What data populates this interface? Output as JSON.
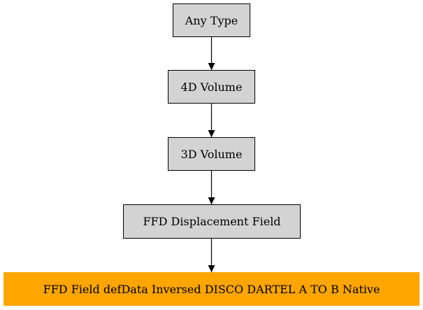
{
  "nodes": [
    {
      "id": "any-type",
      "label": "Any Type"
    },
    {
      "id": "4d-volume",
      "label": "4D Volume"
    },
    {
      "id": "3d-volume",
      "label": "3D Volume"
    },
    {
      "id": "ffd-displacement-field",
      "label": "FFD Displacement Field"
    },
    {
      "id": "ffd-field-defdata",
      "label": "FFD Field defData Inversed DISCO DARTEL A TO B Native"
    }
  ],
  "edges": [
    {
      "from": "any-type",
      "to": "4d-volume"
    },
    {
      "from": "4d-volume",
      "to": "3d-volume"
    },
    {
      "from": "3d-volume",
      "to": "ffd-displacement-field"
    },
    {
      "from": "ffd-displacement-field",
      "to": "ffd-field-defdata"
    }
  ],
  "colors": {
    "node_fill": "#d3d3d3",
    "highlight_fill": "#ffa500",
    "stroke": "#000000",
    "background": "#ffffff"
  }
}
